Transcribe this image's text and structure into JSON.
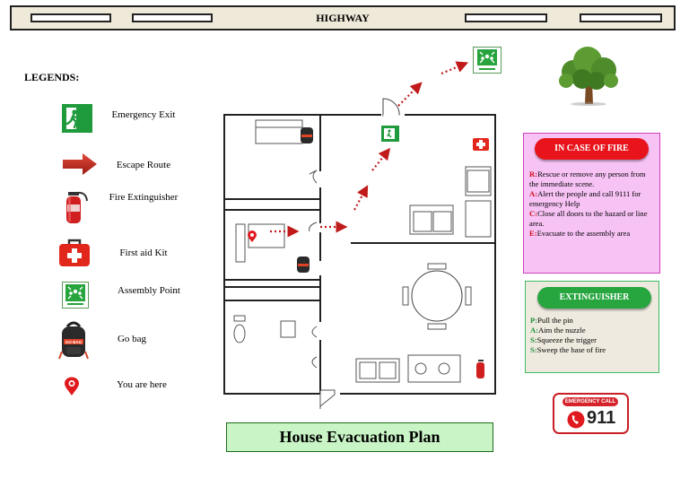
{
  "highway": {
    "label": "HIGHWAY"
  },
  "legends": {
    "title": "LEGENDS:",
    "items": [
      {
        "label": "Emergency Exit",
        "icon": "emergency-exit-icon"
      },
      {
        "label": "Escape Route",
        "icon": "arrow-right-icon"
      },
      {
        "label": "Fire Extinguisher",
        "icon": "fire-extinguisher-icon"
      },
      {
        "label": "First aid Kit",
        "icon": "first-aid-kit-icon"
      },
      {
        "label": "Assembly Point",
        "icon": "assembly-point-icon"
      },
      {
        "label": "Go bag",
        "icon": "go-bag-icon"
      },
      {
        "label": "You are here",
        "icon": "location-pin-icon"
      }
    ]
  },
  "fire": {
    "title": "IN CASE OF FIRE",
    "steps": [
      {
        "key": "R:",
        "text": "Rescue or remove any person from the immediate scene."
      },
      {
        "key": "A:",
        "text": "Alert the people and call 9111 for emergency Help"
      },
      {
        "key": "C:",
        "text": "Close all doors to the hazard or line area."
      },
      {
        "key": "E:",
        "text": "Evacuate to the assembly area"
      }
    ]
  },
  "extinguisher": {
    "title": "EXTINGUISHER",
    "steps": [
      {
        "key": "P:",
        "text": "Pull the pin"
      },
      {
        "key": "A:",
        "text": "Aim the nuzzle"
      },
      {
        "key": "S:",
        "text": "Squeeze the trigger"
      },
      {
        "key": "S:",
        "text": "Sweep the base of fire"
      }
    ]
  },
  "emergency": {
    "label": "EMERGENCY CALL",
    "number": "911"
  },
  "go_bag_tag": "GO BAG",
  "title": "House Evacuation Plan",
  "colors": {
    "fire_red": "#e8131b",
    "exit_green": "#1f9a3d",
    "route_red": "#c01a1a",
    "fire_box": "#f7c3f5",
    "title_box": "#c9f5c6"
  }
}
